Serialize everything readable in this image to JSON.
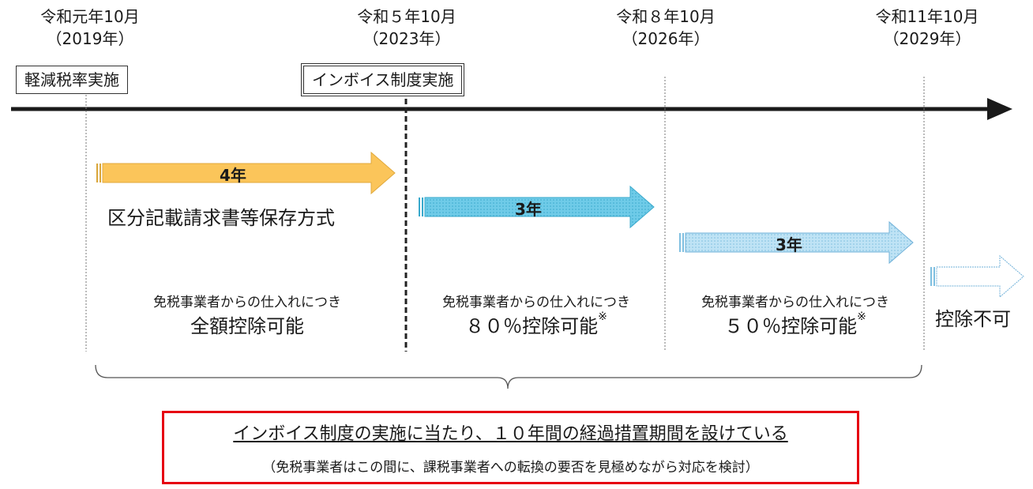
{
  "milestones": [
    {
      "date": "令和元年10月",
      "year": "（2019年）"
    },
    {
      "date": "令和５年10月",
      "year": "（2023年）"
    },
    {
      "date": "令和８年10月",
      "year": "（2026年）"
    },
    {
      "date": "令和11年10月",
      "year": "（2029年）"
    }
  ],
  "events": {
    "reduced_tax": "軽減税率実施",
    "invoice": "インボイス制度実施"
  },
  "arrows": [
    {
      "label": "4年",
      "color": "#fbc55a"
    },
    {
      "label": "3年",
      "color": "#7fd3ee"
    },
    {
      "label": "3年",
      "color": "#c4e6f7"
    },
    {
      "label": "",
      "color": "#ffffff"
    }
  ],
  "scheme": "区分記載請求書等保存方式",
  "phases": [
    {
      "condition": "免税事業者からの仕入れにつき",
      "result": "全額控除可能",
      "mark": ""
    },
    {
      "condition": "免税事業者からの仕入れにつき",
      "result": "８０％控除可能",
      "mark": "※"
    },
    {
      "condition": "免税事業者からの仕入れにつき",
      "result": "５０％控除可能",
      "mark": "※"
    },
    {
      "condition": "",
      "result": "控除不可",
      "mark": ""
    }
  ],
  "summary": {
    "main": "インボイス制度の実施に当たり、１０年間の経過措置期間を設けている",
    "sub": "（免税事業者はこの間に、課税事業者への転換の要否を見極めながら対応を検討）"
  }
}
